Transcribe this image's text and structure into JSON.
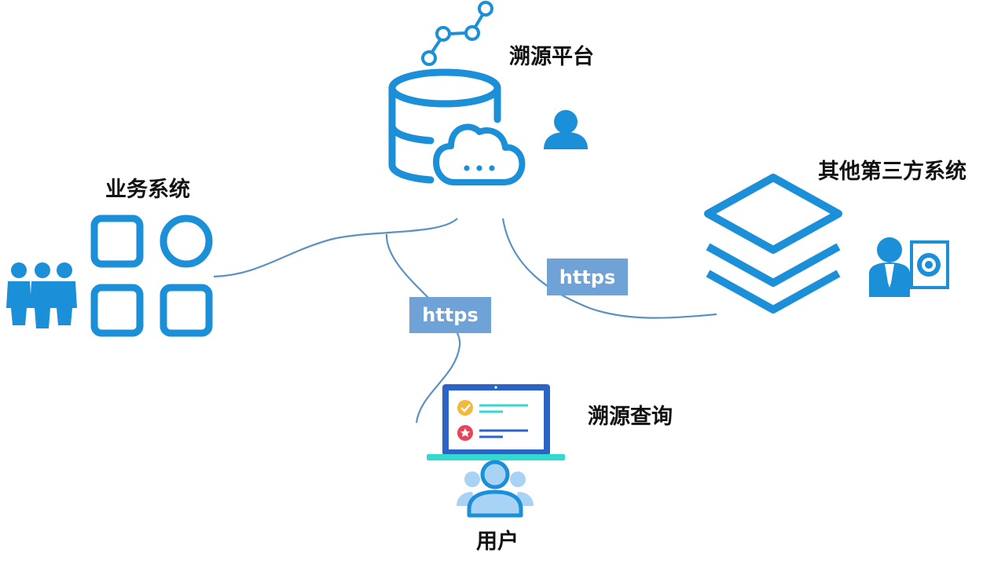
{
  "nodes": {
    "platform": {
      "label": "溯源平台"
    },
    "business": {
      "label": "业务系统"
    },
    "third_party": {
      "label": "其他第三方系统"
    },
    "query": {
      "label": "溯源查询"
    },
    "user": {
      "label": "用户"
    }
  },
  "connections": [
    {
      "from": "platform",
      "to": "query",
      "label": "https"
    },
    {
      "from": "platform",
      "to": "third_party",
      "label": "https"
    },
    {
      "from": "platform",
      "to": "business",
      "label": ""
    }
  ],
  "colors": {
    "primary": "#1b8fd8",
    "line": "#5b92c5",
    "badge": "#6fa2d6",
    "screen": "#2c63c7",
    "screen_base": "#33d9d0",
    "check": "#f4b93b",
    "star": "#e8455b",
    "user_light": "#a9d3f5"
  }
}
